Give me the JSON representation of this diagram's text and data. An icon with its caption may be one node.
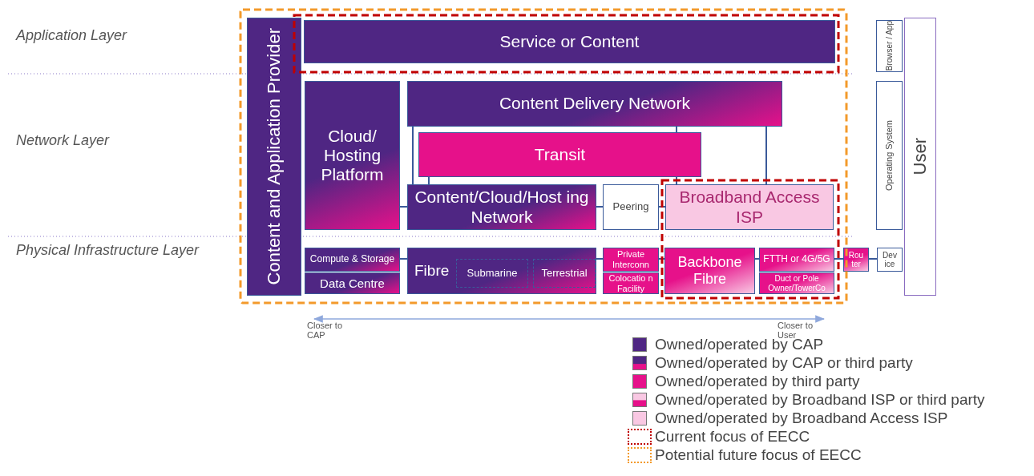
{
  "diagram": {
    "nodes": [
      {
        "text": [
          "Content and Application Provider"
        ]
      },
      {
        "text": [
          "Service or Content"
        ]
      },
      {
        "text": [
          "Cloud/ Hosting Platform"
        ]
      },
      {
        "text": [
          "Content Delivery Network"
        ]
      },
      {
        "text": [
          "Transit"
        ]
      },
      {
        "text": [
          "Content/Cloud/Host ing Network"
        ]
      },
      {
        "text": [
          "Peering"
        ]
      },
      {
        "text": [
          "Broadband Access ISP"
        ]
      },
      {
        "text": [
          "Compute & Storage"
        ]
      },
      {
        "text": [
          "Data Centre"
        ]
      },
      {
        "text": [
          "Fibre"
        ]
      },
      {
        "text": [
          "Submarine"
        ],
        "in": 10
      },
      {
        "text": [
          "Terrestrial"
        ],
        "in": 10
      },
      {
        "text": [
          "Private Interconn"
        ]
      },
      {
        "text": [
          "Colocatio n Facility"
        ]
      },
      {
        "text": [
          "Backbone Fibre"
        ]
      },
      {
        "text": [
          "FTTH or 4G/5G"
        ]
      },
      {
        "text": [
          "Duct or Pole Owner/TowerCo"
        ]
      },
      {
        "text": [
          "Rou ter"
        ]
      },
      {
        "text": [
          "Dev ice"
        ]
      },
      {
        "text": [
          "Browser / App"
        ]
      },
      {
        "text": [
          "Operating System"
        ]
      },
      {
        "text": [
          "User"
        ]
      }
    ],
    "edges": [
      {
        "from": 3,
        "to": 4,
        "arrow": "none"
      },
      {
        "from": 4,
        "to": 7,
        "arrow": "none"
      },
      {
        "from": 3,
        "to": 7,
        "arrow": "none"
      },
      {
        "from": 3,
        "to": 5,
        "arrow": "none"
      },
      {
        "from": 4,
        "to": 5,
        "arrow": "none"
      },
      {
        "from": 2,
        "to": 5,
        "arrow": "none"
      },
      {
        "from": 5,
        "to": 6,
        "arrow": "none"
      },
      {
        "from": 6,
        "to": 7,
        "arrow": "none"
      },
      {
        "from": 8,
        "to": 10,
        "arrow": "none"
      },
      {
        "from": 10,
        "to": 13,
        "arrow": "none"
      },
      {
        "from": 13,
        "to": 15,
        "arrow": "none"
      },
      {
        "from": 15,
        "to": 16,
        "arrow": "none"
      },
      {
        "from": 16,
        "to": 18,
        "arrow": "none"
      },
      {
        "from": 18,
        "to": 19,
        "arrow": "none"
      }
    ],
    "labels": [
      "Application Layer",
      "Network Layer",
      "Physical Infrastructure Layer",
      "Closer to CAP",
      "Closer to User"
    ],
    "legend": [
      {
        "text": "Owned/operated by CAP",
        "color": "#4f2683"
      },
      {
        "text": "Owned/operated by CAP or third party"
      },
      {
        "text": "Owned/operated by third party",
        "color": "#e6118a"
      },
      {
        "text": "Owned/operated by Broadband ISP or third party"
      },
      {
        "text": "Owned/operated by Broadband Access ISP",
        "color": "#f9c8e3"
      },
      {
        "text": "Current focus of EECC"
      },
      {
        "text": "Potential future focus of EECC"
      }
    ]
  }
}
